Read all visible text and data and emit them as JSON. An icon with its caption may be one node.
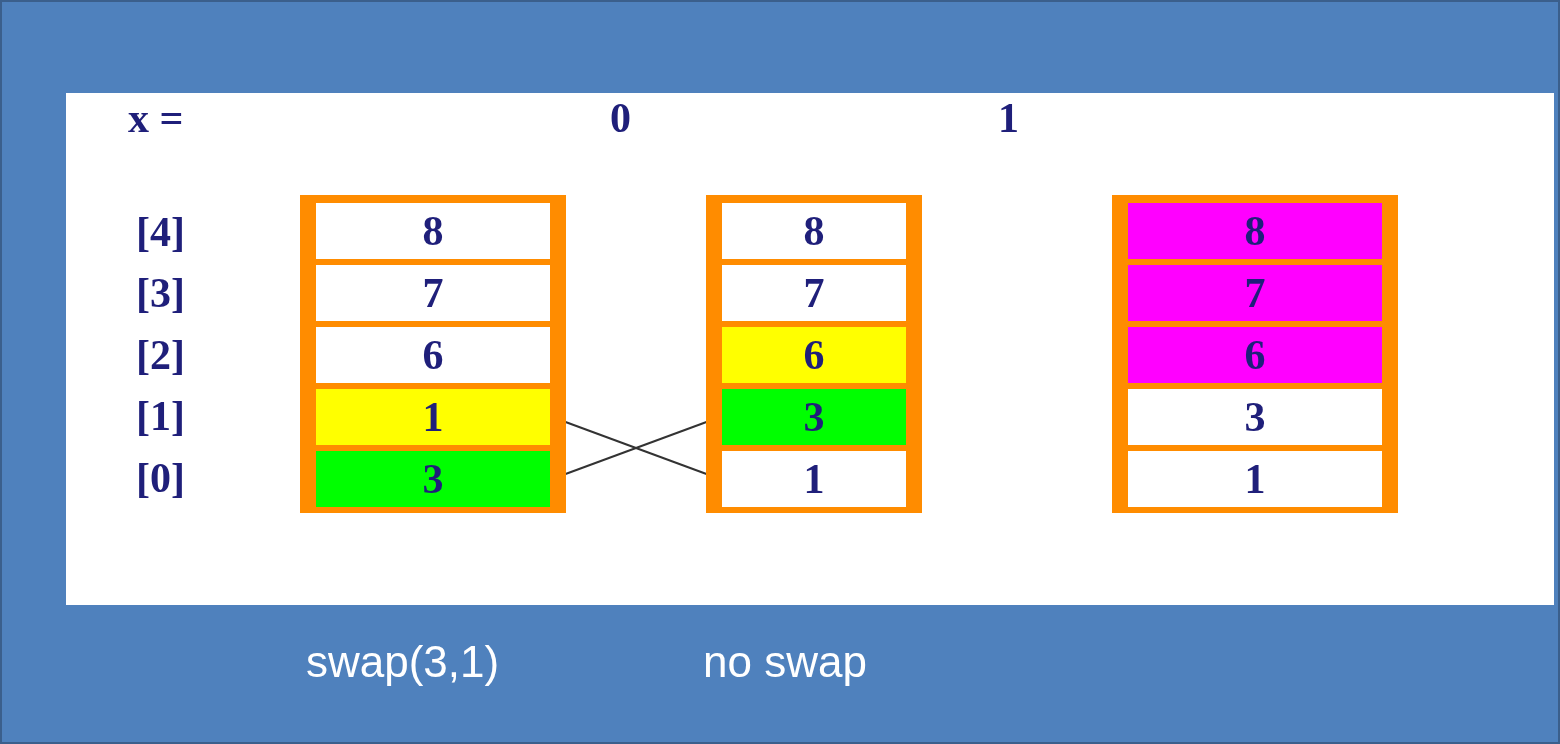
{
  "diagram": {
    "nodes": [
      {
        "text": [],
        "shape": "box"
      },
      {
        "text": [
          "8"
        ],
        "in": 0
      },
      {
        "text": [
          "7"
        ],
        "in": 0
      },
      {
        "text": [
          "6"
        ],
        "in": 0
      },
      {
        "text": [
          "1"
        ],
        "in": 0
      },
      {
        "text": [
          "3"
        ],
        "in": 0
      },
      {
        "text": [],
        "shape": "box"
      },
      {
        "text": [
          "8"
        ],
        "in": 6
      },
      {
        "text": [
          "7"
        ],
        "in": 6
      },
      {
        "text": [
          "6"
        ],
        "in": 6
      },
      {
        "text": [
          "3"
        ],
        "in": 6
      },
      {
        "text": [
          "1"
        ],
        "in": 6
      },
      {
        "text": [],
        "shape": "box"
      },
      {
        "text": [
          "8"
        ],
        "in": 12
      },
      {
        "text": [
          "7"
        ],
        "in": 12
      },
      {
        "text": [
          "6"
        ],
        "in": 12
      },
      {
        "text": [
          "3"
        ],
        "in": 12
      },
      {
        "text": [
          "1"
        ],
        "in": 12
      }
    ],
    "edges": [
      {
        "from": 4,
        "to": 11,
        "arrow": "none"
      },
      {
        "from": 5,
        "to": 10,
        "arrow": "none"
      }
    ],
    "labels": [
      "x =",
      "0",
      "1",
      "[4]",
      "[3]",
      "[2]",
      "[1]",
      "[0]",
      "swap(3,1)",
      "no swap"
    ]
  }
}
